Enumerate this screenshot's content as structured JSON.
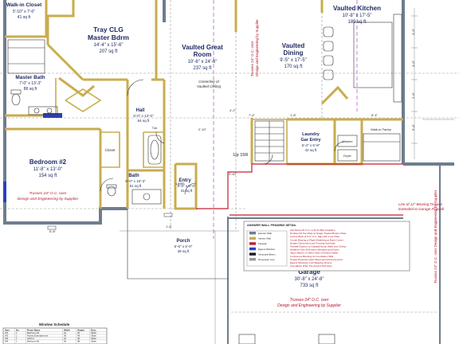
{
  "rooms": {
    "walk_in_closet": {
      "name": "Walk-in Closet",
      "size": "5'-10\" x 7'-6\"",
      "area": "41 sq ft"
    },
    "master_bdrm": {
      "name_1": "Tray CLG",
      "name_2": "Master Bdrm",
      "size": "14'-4\" x 15'-6\"",
      "area": "207 sq ft"
    },
    "vaulted_great_room": {
      "name_1": "Vaulted Great",
      "name_2": "Room",
      "size": "10'-6\" x 24'-6\"",
      "area": "237 sq ft"
    },
    "vaulted_dining": {
      "name_1": "Vaulted",
      "name_2": "Dining",
      "size": "9'-5\" x 17'-5\"",
      "area": "170 sq ft"
    },
    "vaulted_kitchen": {
      "name": "Vaulted Kitchen",
      "size": "10'-8\" x 17'-5\"",
      "area": "189 sq ft"
    },
    "master_bath": {
      "name": "Master Bath",
      "size": "7'-0\" x 13'-3\"",
      "area": "86 sq ft"
    },
    "hall": {
      "name": "Hall",
      "size": "6'-0\" x 12'-0\"",
      "area": "64 sq ft"
    },
    "bedroom2": {
      "name": "Bedroom #2",
      "size": "11'-8\" x 13'-0\"",
      "area": "154 sq ft"
    },
    "bath": {
      "name": "Bath",
      "size": "5'-0\" x 10'-3\"",
      "area": "51 sq ft"
    },
    "entry": {
      "name": "Entry",
      "size": "6'-0\" x 5'-3\"",
      "area": "31 sq ft"
    },
    "laundry": {
      "name_1": "Laundry",
      "name_2": "Gar Entry",
      "size": "6'-4\" x 6'-8\"",
      "area": "42 sq ft"
    },
    "garage": {
      "name": "Garage",
      "size": "30'-8\" x 24'-8\"",
      "area": "733 sq ft"
    },
    "porch": {
      "name": "Porch",
      "size": "6'-6\" x 6'-0\"",
      "area": "39 sq ft"
    }
  },
  "labels": {
    "closet": "Closet",
    "linen": "Linen",
    "pantry": "Walk-in Pantry",
    "washer": "Washer",
    "dryer": "Dryer",
    "tub": "Tub",
    "up_15r": "Up 15R",
    "centerline_1": "Centerline of",
    "centerline_2": "Vaulted Ceiling",
    "trusses_bed_1": "Trusses 24\" O.C. over",
    "trusses_bed_2": "Design and Engineering by Supplier",
    "trusses_kit_1": "Trusses 24\" O.C. over",
    "trusses_kit_2": "Design and Engineering by Supplier",
    "trusses_gar_1": "Trusses 24\" O.C. over",
    "trusses_gar_2": "Design and Engineering by Supplier",
    "trusses_side": "Trusses 24\" O.C. over Design and Engineering by Supplier",
    "line_trusses_1": "Line of 12\" Bearing Trusses",
    "line_trusses_2": "Extended to Garage Firewall",
    "framing_title": "ANSWER WALL FRAMING DETAIL",
    "schedule_title": "Window Schedule"
  },
  "framing_notes": [
    "2x6 Studs 16\" O.C. w/ R-21 Batt Insulation",
    "Double 2x6 Top Plate w/ Single Treated Bottom Plate",
    "Anchor Bolts at 6'-0\" O.C. Max with 2 per Plate",
    "Corner Bracing or Rigid Sheathing at Each Corner",
    "Header Dimensions per Framing Schedule",
    "Firewall Gypsum at Garage/House Walls and Ceiling",
    "Headers Over All Exterior Windows and Doors",
    "Vapor Barrier on Warm Side of Exterior Walls",
    "Continuous Blocking for Foundation Wall",
    "Smoke Detectors Hard Wired and Interconnected",
    "Egress Windows in All Sleeping Rooms",
    "Foundation Drain Tile Around Perimeter"
  ],
  "legend": [
    {
      "label": "Exterior Wall",
      "color": "#6f7d8e"
    },
    {
      "label": "Interior Wall",
      "color": "#c8ad4e"
    },
    {
      "label": "Firewall",
      "color": "#c02032"
    },
    {
      "label": "Egress Window",
      "color": "#2a3fc0"
    },
    {
      "label": "Structural Beam",
      "color": "#1b1b1b"
    },
    {
      "label": "Dimension Line",
      "color": "#999999"
    }
  ],
  "schedule": {
    "headers": [
      "Sym",
      "No.",
      "Room Name",
      "Width",
      "Height",
      "Desc"
    ],
    "rows": [
      [
        "W1",
        "1",
        "Bedroom #1",
        "24",
        "36",
        "Slider"
      ],
      [
        "W2",
        "1",
        "Family Entertainment",
        "36",
        "48",
        "Slider"
      ],
      [
        "W3",
        "1",
        "Kitchen",
        "24",
        "36",
        "Slider"
      ],
      [
        "W4",
        "1",
        "Bedroom #2",
        "36",
        "48",
        "Slider"
      ]
    ]
  },
  "dims": {
    "d1": "3'-0\"",
    "d2": "4'-0\"",
    "d3": "2'-6\"",
    "d4": "5'-4\"",
    "d5": "4'-2\"",
    "d6": "3'-10\"",
    "d7": "7'-4\"",
    "d8": "1'-8\"",
    "d9": "6'-4\"",
    "d10": "2'-10\"",
    "d11": "1'-6\"",
    "d12": "5'-8\""
  }
}
